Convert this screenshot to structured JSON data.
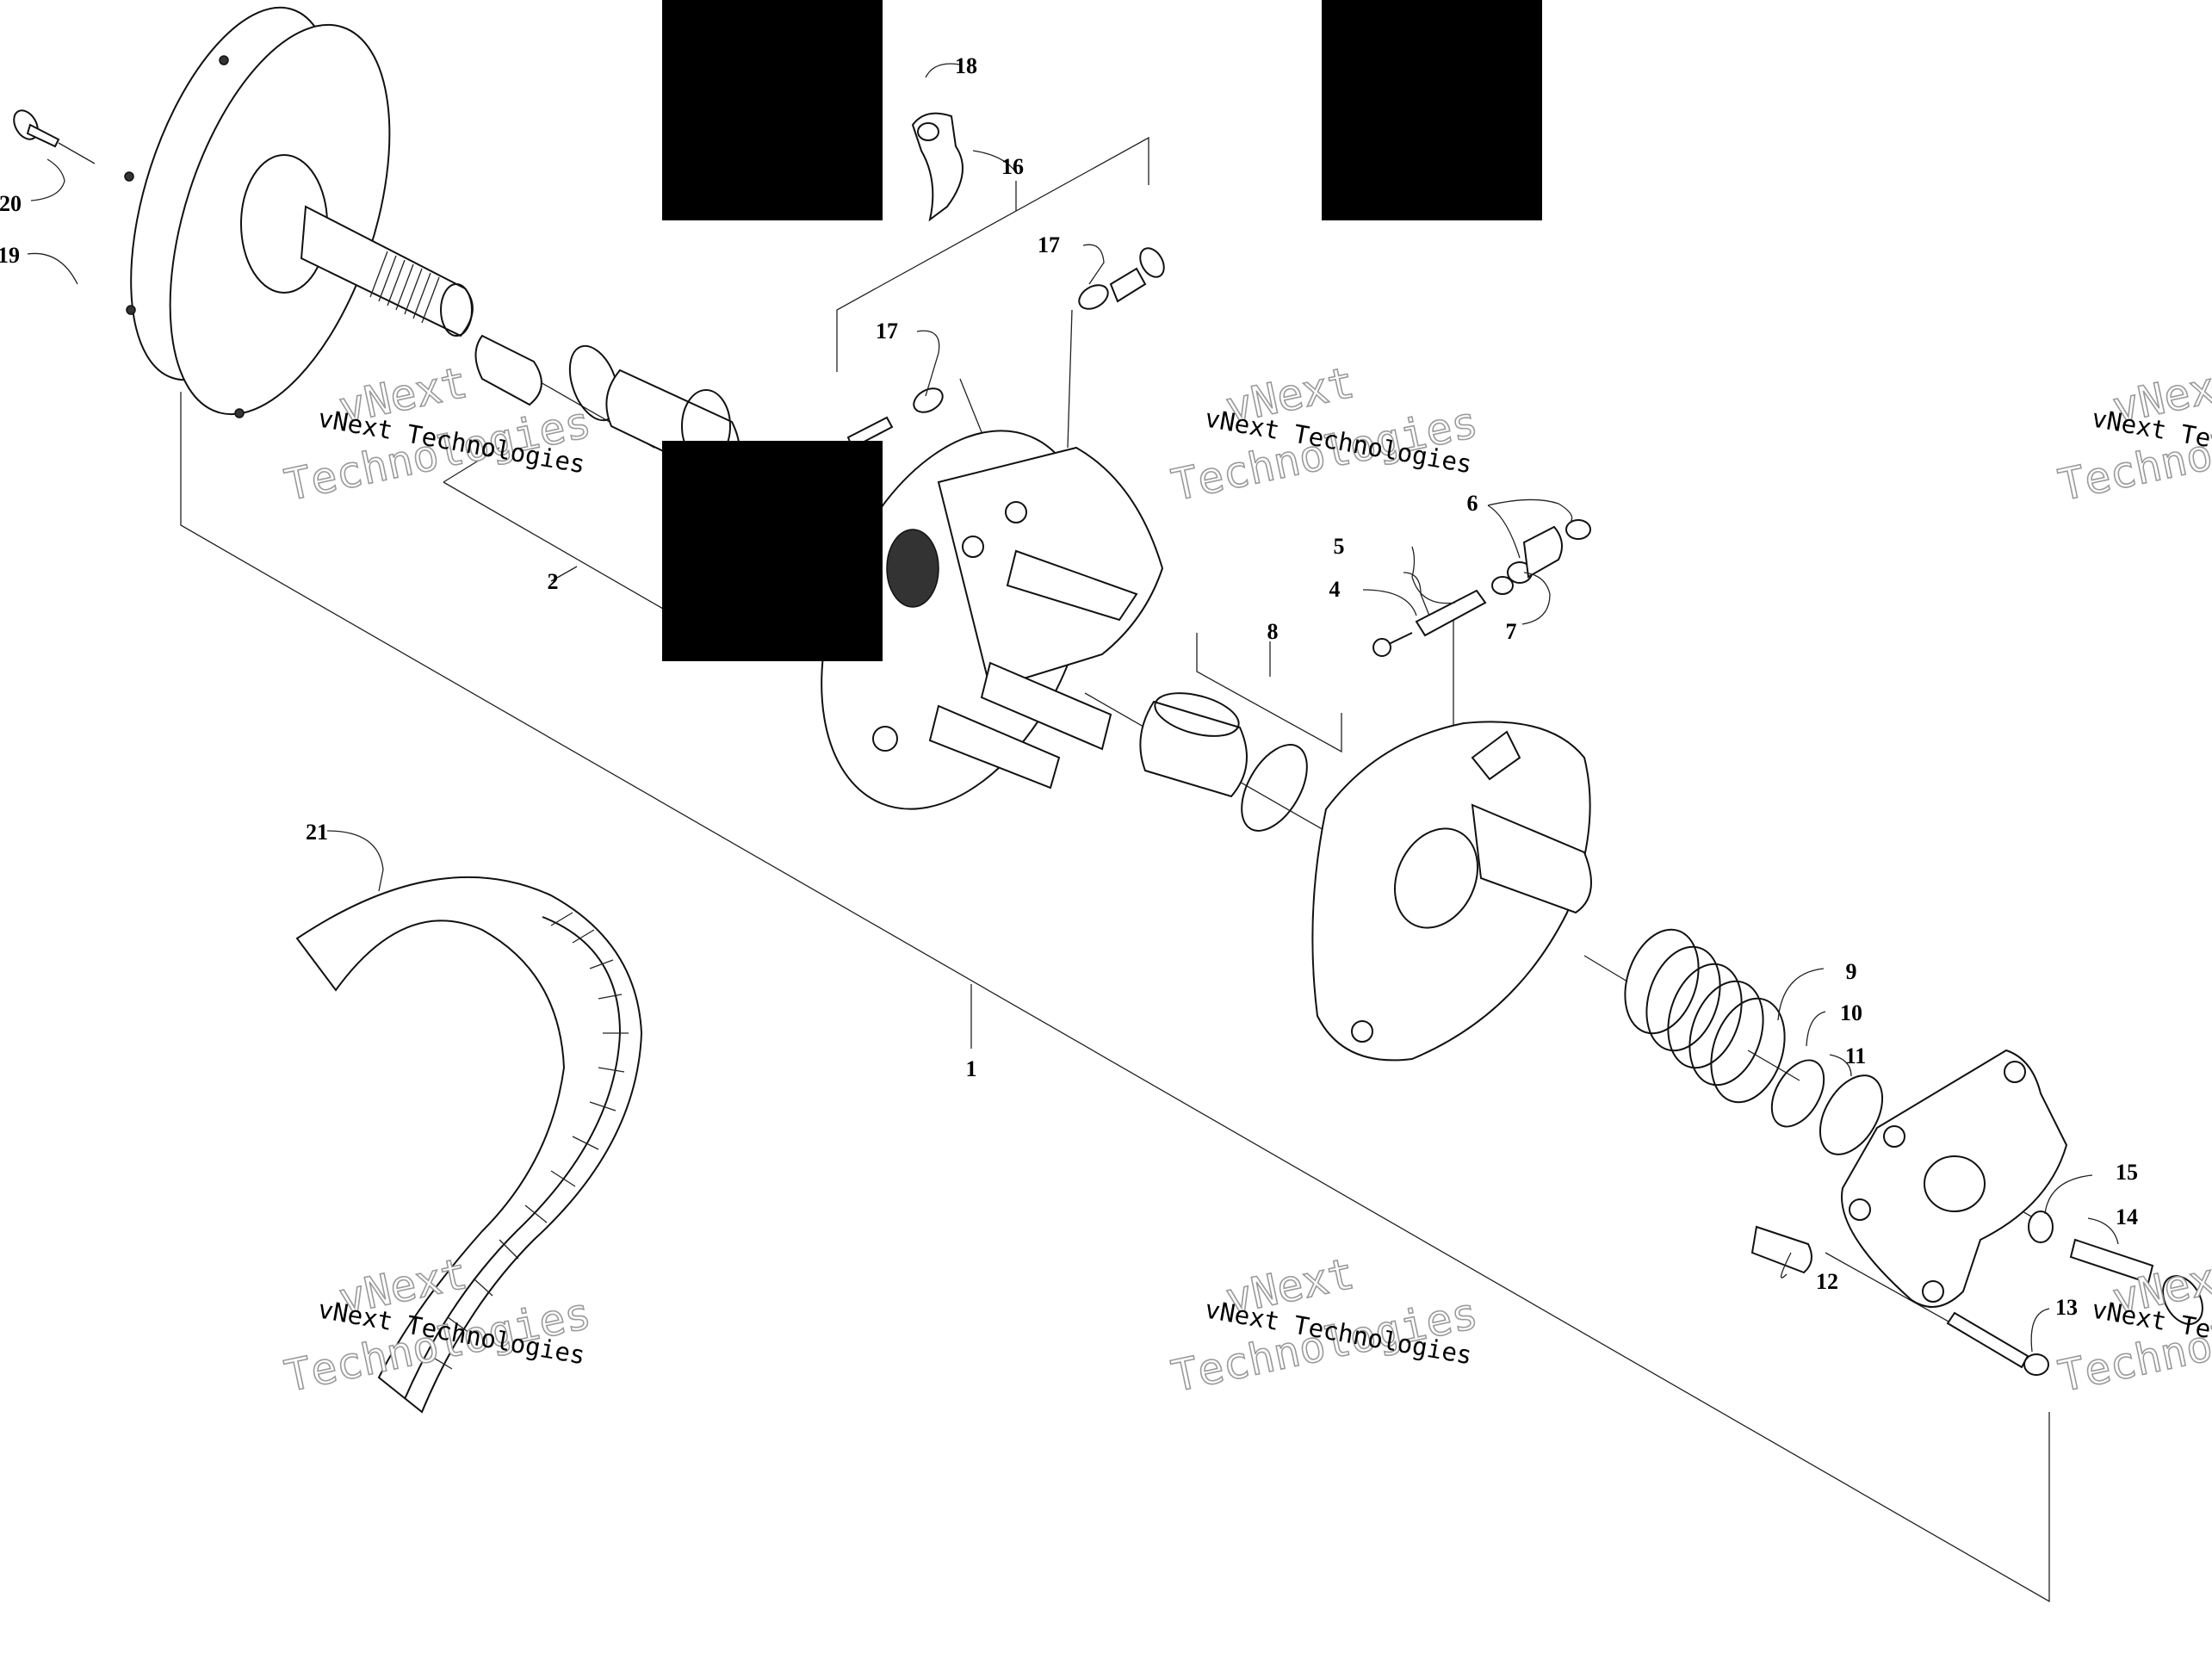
{
  "callouts": [
    {
      "id": "c1",
      "text": "1"
    },
    {
      "id": "c2",
      "text": "2"
    },
    {
      "id": "c4",
      "text": "4"
    },
    {
      "id": "c5",
      "text": "5"
    },
    {
      "id": "c6",
      "text": "6"
    },
    {
      "id": "c7",
      "text": "7"
    },
    {
      "id": "c8",
      "text": "8"
    },
    {
      "id": "c9",
      "text": "9"
    },
    {
      "id": "c10",
      "text": "10"
    },
    {
      "id": "c11",
      "text": "11"
    },
    {
      "id": "c12",
      "text": "12"
    },
    {
      "id": "c13",
      "text": "13"
    },
    {
      "id": "c14",
      "text": "14"
    },
    {
      "id": "c15",
      "text": "15"
    },
    {
      "id": "c16",
      "text": "16"
    },
    {
      "id": "c17a",
      "text": "17"
    },
    {
      "id": "c17b",
      "text": "17"
    },
    {
      "id": "c18",
      "text": "18"
    },
    {
      "id": "c19",
      "text": "19"
    },
    {
      "id": "c20",
      "text": "20"
    },
    {
      "id": "c21",
      "text": "21"
    }
  ],
  "watermark": {
    "line1": "vNext Technologies",
    "line2": "vNext",
    "line3": "Technologies"
  }
}
